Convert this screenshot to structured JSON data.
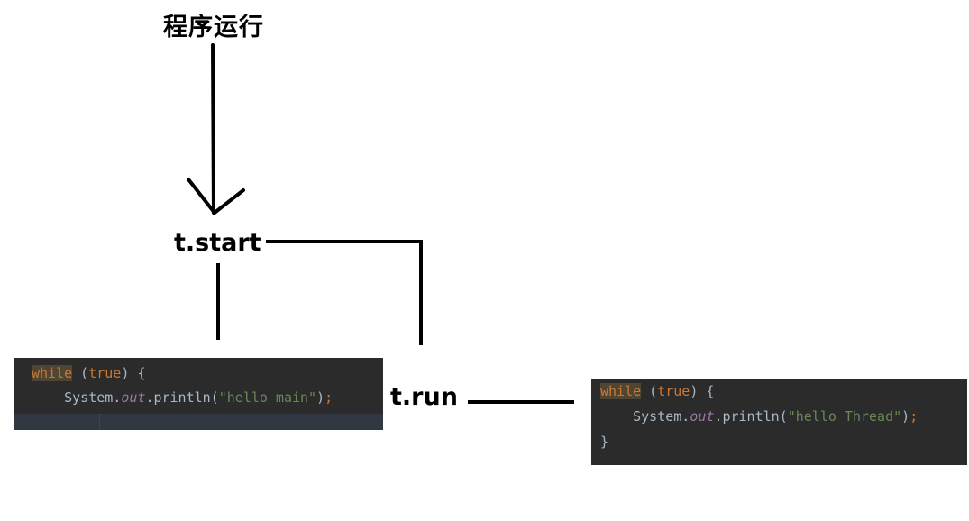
{
  "diagram": {
    "title": "程序运行",
    "start_label": "t.start",
    "run_label": "t.run"
  },
  "code_main": {
    "keyword_while": "while",
    "paren_open": " (",
    "keyword_true": "true",
    "paren_close_brace": ") {",
    "indent": "    ",
    "system": "System.",
    "out": "out",
    "println_open": ".println(",
    "string": "\"hello main\"",
    "close": ")",
    "semicolon": ";"
  },
  "code_thread": {
    "keyword_while": "while",
    "paren_open": " (",
    "keyword_true": "true",
    "paren_close_brace": ") {",
    "indent": "    ",
    "system": "System.",
    "out": "out",
    "println_open": ".println(",
    "string": "\"hello Thread\"",
    "close": ")",
    "semicolon": ";",
    "closing_brace": "}"
  },
  "colors": {
    "background": "#ffffff",
    "editor_bg": "#2b2b2b",
    "keyword": "#cc7832",
    "string": "#6a8759",
    "field": "#9876aa",
    "default_text": "#a9b7c6"
  }
}
